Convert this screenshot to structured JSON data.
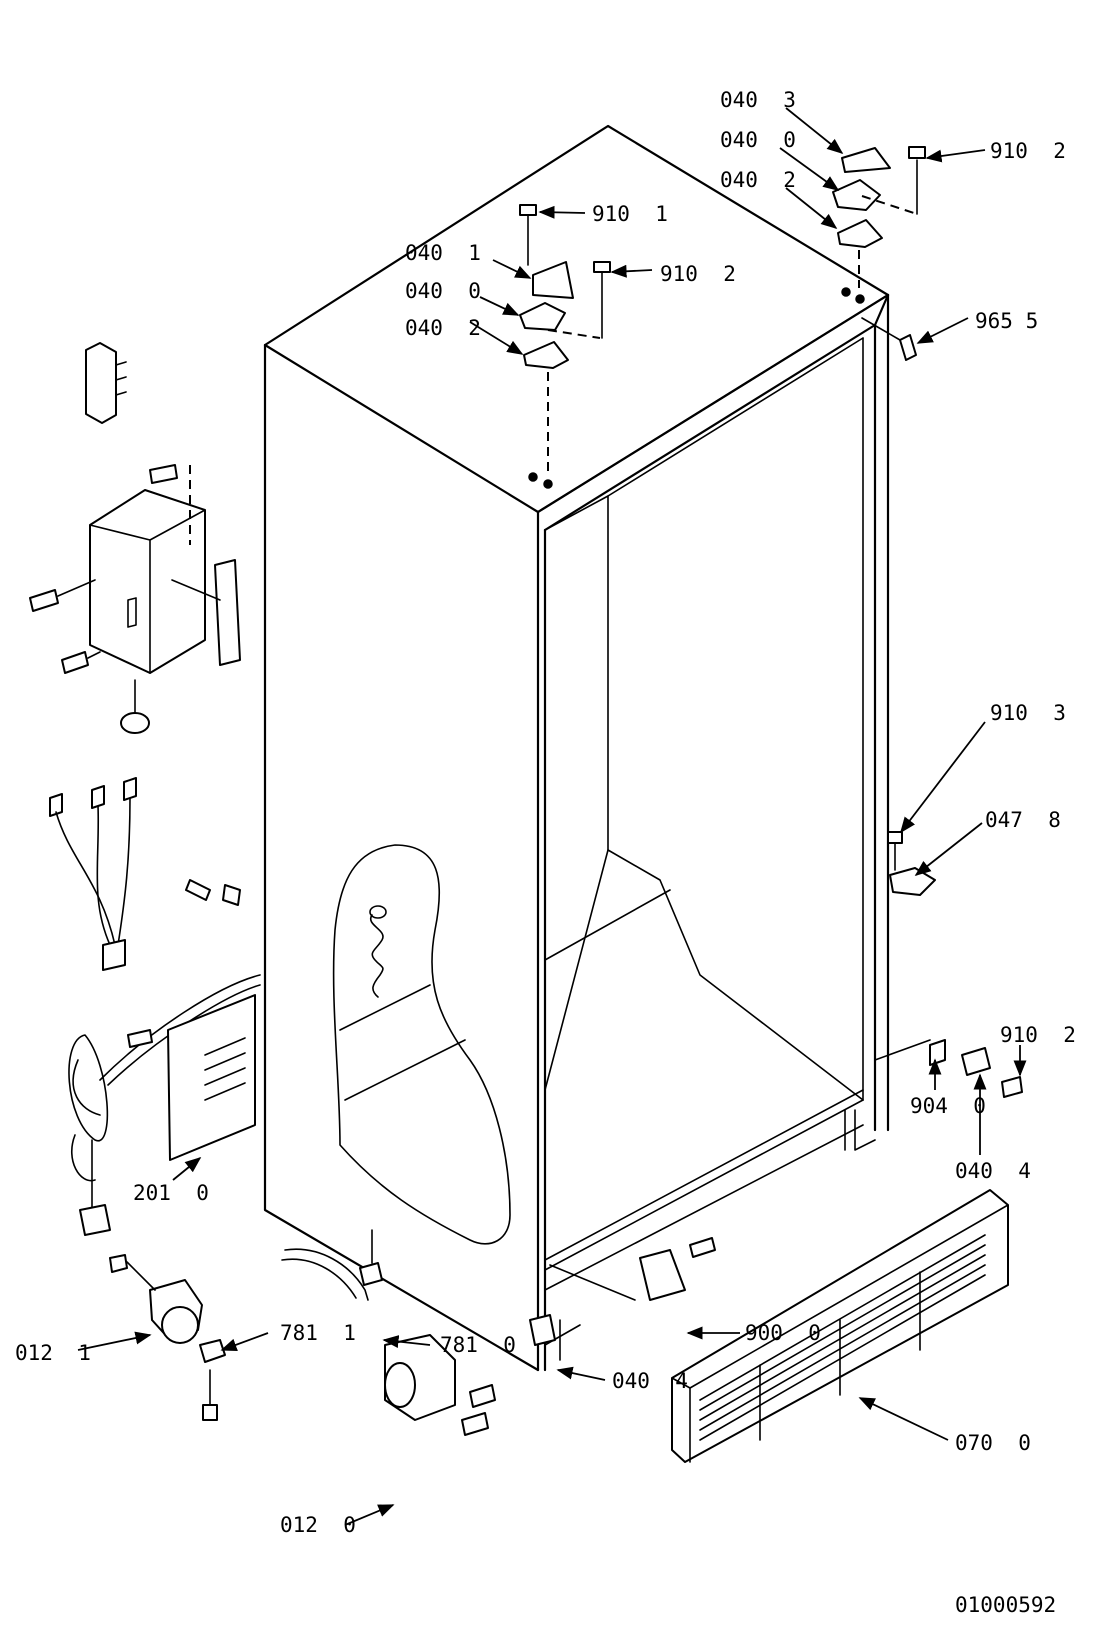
{
  "callouts": [
    {
      "text": "040  3"
    },
    {
      "text": "040  0"
    },
    {
      "text": "040  2"
    },
    {
      "text": "910  2"
    },
    {
      "text": "910  1"
    },
    {
      "text": "040  1"
    },
    {
      "text": "910  2"
    },
    {
      "text": "040  0"
    },
    {
      "text": "040  2"
    },
    {
      "text": "965 5"
    },
    {
      "text": "910  3"
    },
    {
      "text": "047  8"
    },
    {
      "text": "910  2"
    },
    {
      "text": "904  0"
    },
    {
      "text": "040  4"
    },
    {
      "text": "201  0"
    },
    {
      "text": "900  0"
    },
    {
      "text": "781  1"
    },
    {
      "text": "781  0"
    },
    {
      "text": "012  1"
    },
    {
      "text": "040  4"
    },
    {
      "text": "070  0"
    },
    {
      "text": "012  0"
    }
  ],
  "drawing_number": "01000592"
}
